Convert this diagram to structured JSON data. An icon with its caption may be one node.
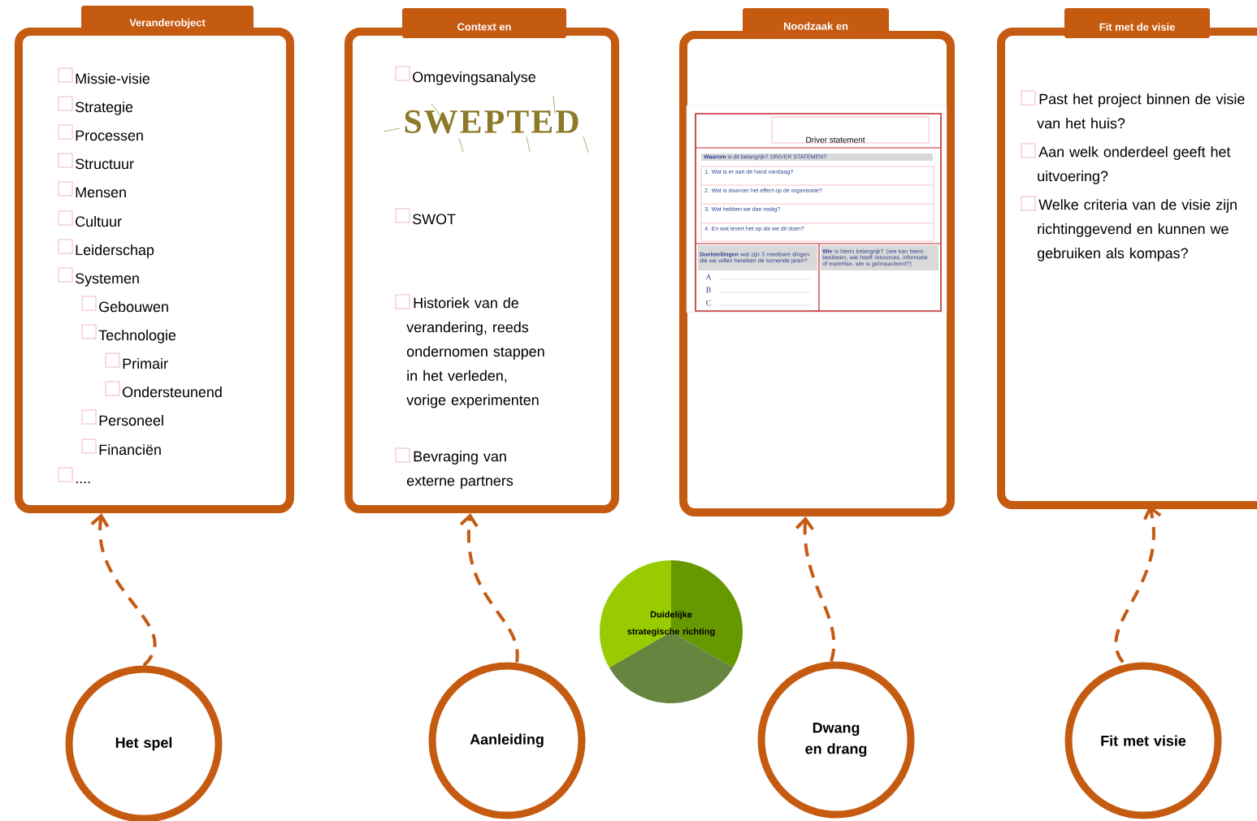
{
  "diagram": {
    "nodes": [
      {
        "text": [
          "Veranderobject",
          "Missie-visie",
          "Strategie",
          "Processen",
          "Structuur",
          "Mensen",
          "Cultuur",
          "Leiderschap",
          "Systemen",
          "Gebouwen",
          "Technologie",
          "Primair",
          "Ondersteunend",
          "Personeel",
          "Financiën",
          "...."
        ]
      },
      {
        "text": [
          "Context en",
          "Omgevingsanalyse",
          "SWEPTED",
          "SWOT",
          "Historiek van de verandering, reeds ondernomen stappen in het verleden, vorige experimenten",
          "Bevraging van externe partners"
        ]
      },
      {
        "text": [
          "Noodzaak en"
        ]
      },
      {
        "text": [
          "Driver statement",
          "**Waarom** is dit belangrijk? DRIVER STATEMENT",
          "1. Wat is er aan de hand vandaag?",
          "2. Wat is daarvan het effect op de organisatie?",
          "3. Wat hebben we dan nodig?",
          "4. En wat levert het op als we dit doen?",
          "**Doelstellingen** wat zijn 3 meetbare dingen die we willen bereiken de komende jaren?",
          "**Wie** is hierin belangrijk? (wie kan hierin beslissen, wie heeft resources, informatie of expertise, wie is geïmpacteerd?)",
          "A",
          "B",
          "C"
        ],
        "in": 2
      },
      {
        "text": [
          "Fit met de visie",
          "Past het project binnen de visie van het huis?",
          "Aan welk onderdeel geeft het uitvoering?",
          "Welke criteria van de visie zijn richtinggevend en kunnen we gebruiken als kompas?"
        ]
      },
      {
        "text": [
          "Het spel"
        ]
      },
      {
        "text": [
          "Aanleiding"
        ]
      },
      {
        "text": [
          "Dwang en drang"
        ]
      },
      {
        "text": [
          "Fit met visie"
        ]
      },
      {
        "text": [
          "Duidelijke strategische richting"
        ]
      }
    ],
    "edges": [
      {
        "from": 5,
        "to": 0,
        "arrow": "to",
        "style": "dashed"
      },
      {
        "from": 6,
        "to": 1,
        "arrow": "to",
        "style": "dashed"
      },
      {
        "from": 7,
        "to": 2,
        "arrow": "to",
        "style": "dashed"
      },
      {
        "from": 8,
        "to": 4,
        "arrow": "to",
        "style": "dashed"
      }
    ]
  }
}
